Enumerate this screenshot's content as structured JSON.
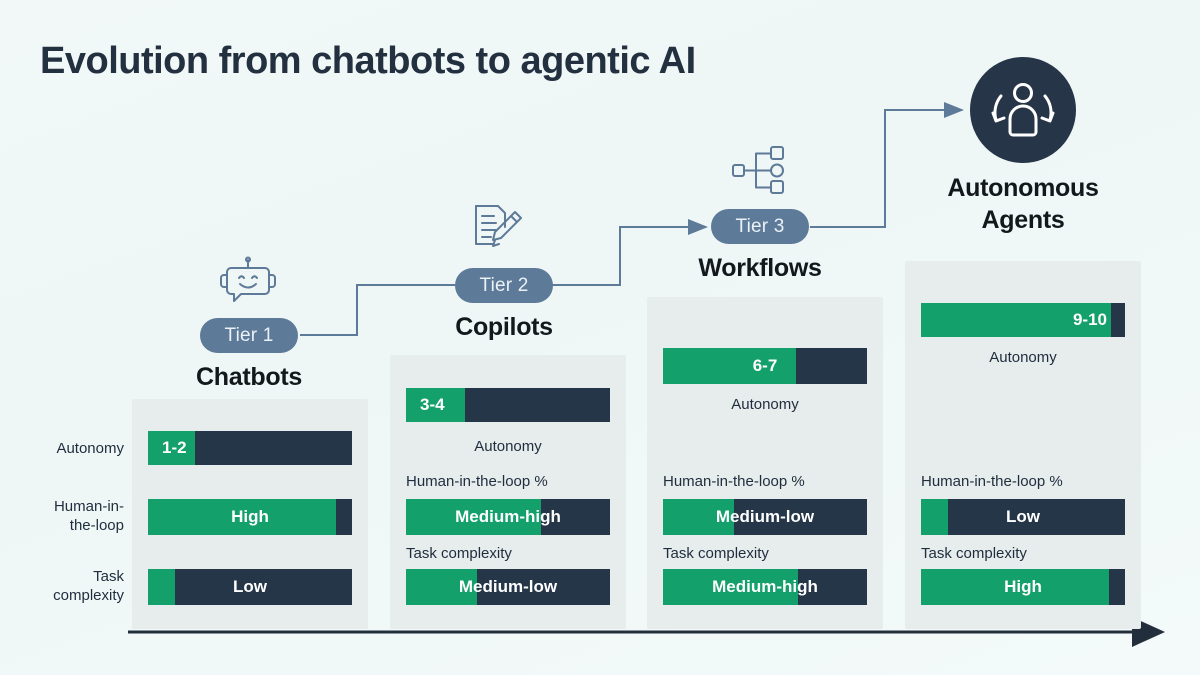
{
  "title": "Evolution from chatbots to agentic AI",
  "colors": {
    "green": "#14a06b",
    "dark_navy": "#243648",
    "pill_slate": "#5d7a98",
    "card_bg": "#e7ecec",
    "page_bg": "#f1f8f8",
    "connector": "#5d7a98",
    "axis": "#222e3c"
  },
  "axis": {
    "name": "maturity-axis-arrow"
  },
  "row_labels": {
    "autonomy": "Autonomy",
    "hitl_short": "Human-in-\nthe-loop",
    "hitl_line1": "Human-in-",
    "hitl_line2": "the-loop",
    "task_line1": "Task",
    "task_line2": "complexity",
    "hitl_pct": "Human-in-the-loop %",
    "task_complexity": "Task complexity"
  },
  "chart_data": {
    "type": "bar",
    "title": "Evolution from chatbots to agentic AI",
    "xlabel": "",
    "ylabel": "",
    "metrics": [
      "Autonomy",
      "Human-in-the-loop %",
      "Task complexity"
    ],
    "categories": [
      "Chatbots",
      "Copilots",
      "Workflows",
      "Autonomous Agents"
    ],
    "series": [
      {
        "name": "Autonomy",
        "values": [
          23,
          29,
          65,
          93
        ],
        "labels": [
          "1-2",
          "3-4",
          "6-7",
          "9-10"
        ]
      },
      {
        "name": "Human-in-the-loop %",
        "values": [
          92,
          66,
          35,
          13
        ],
        "labels": [
          "High",
          "Medium-high",
          "Medium-low",
          "Low"
        ]
      },
      {
        "name": "Task complexity",
        "values": [
          13,
          35,
          66,
          92
        ],
        "labels": [
          "Low",
          "Medium-low",
          "Medium-high",
          "High"
        ]
      }
    ],
    "ylim": [
      0,
      100
    ],
    "grid": false,
    "legend": "none"
  },
  "columns": [
    {
      "id": "chatbots",
      "icon": "robot-face-icon",
      "tier": "Tier 1",
      "name": "Chatbots",
      "autonomy": {
        "label": "Autonomy",
        "value": "1-2",
        "pct": 23,
        "align": "left"
      },
      "hitl": {
        "label": "Human-in-the-loop %",
        "value": "High",
        "pct": 92,
        "align": "center"
      },
      "task": {
        "label": "Task complexity",
        "value": "Low",
        "pct": 13,
        "align": "center"
      }
    },
    {
      "id": "copilots",
      "icon": "document-pencil-icon",
      "tier": "Tier 2",
      "name": "Copilots",
      "autonomy": {
        "label": "Autonomy",
        "value": "3-4",
        "pct": 29,
        "align": "left"
      },
      "hitl": {
        "label": "Human-in-the-loop %",
        "value": "Medium-high",
        "pct": 66,
        "align": "center"
      },
      "task": {
        "label": "Task complexity",
        "value": "Medium-low",
        "pct": 35,
        "align": "center"
      }
    },
    {
      "id": "workflows",
      "icon": "workflow-nodes-icon",
      "tier": "Tier 3",
      "name": "Workflows",
      "autonomy": {
        "label": "Autonomy",
        "value": "6-7",
        "pct": 65,
        "align": "center"
      },
      "hitl": {
        "label": "Human-in-the-loop %",
        "value": "Medium-low",
        "pct": 35,
        "align": "center"
      },
      "task": {
        "label": "Task complexity",
        "value": "Medium-high",
        "pct": 66,
        "align": "center"
      }
    },
    {
      "id": "autonomous-agents",
      "icon": "autonomous-agent-circle-icon",
      "tier": "",
      "name_line1": "Autonomous",
      "name_line2": "Agents",
      "name": "Autonomous Agents",
      "autonomy": {
        "label": "Autonomy",
        "value": "9-10",
        "pct": 93,
        "align": "right"
      },
      "hitl": {
        "label": "Human-in-the-loop %",
        "value": "Low",
        "pct": 13,
        "align": "center"
      },
      "task": {
        "label": "Task complexity",
        "value": "High",
        "pct": 92,
        "align": "center"
      }
    }
  ]
}
